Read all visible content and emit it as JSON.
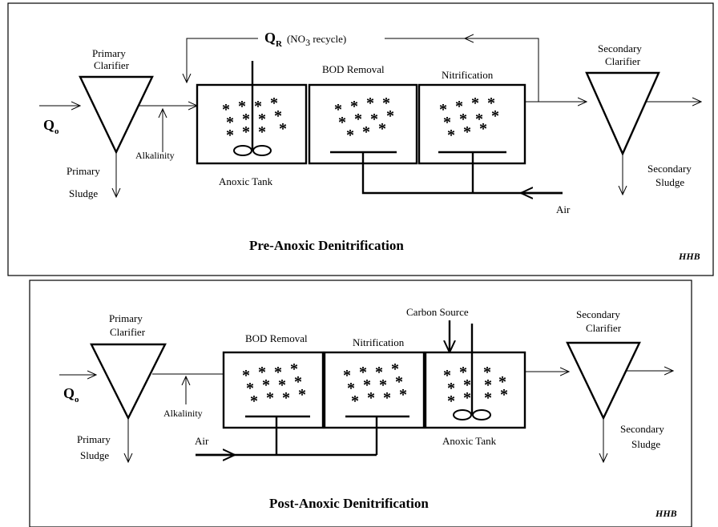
{
  "pre_diagram": {
    "title": "Pre-Anoxic Denitrification",
    "recycle_main": "Q",
    "recycle_sub": "R",
    "recycle_note_open": "(NO",
    "recycle_note_sub": "3",
    "recycle_note_close": " recycle)",
    "influent_main": "Q",
    "influent_sub": "o",
    "primary_clarifier": [
      "Primary",
      "Clarifier"
    ],
    "primary_sludge": [
      "Primary",
      "Sludge"
    ],
    "alkalinity": "Alkalinity",
    "anoxic_tank": "Anoxic Tank",
    "bod_removal": "BOD Removal",
    "nitrification": "Nitrification",
    "secondary_clarifier": [
      "Secondary",
      "Clarifier"
    ],
    "secondary_sludge": [
      "Secondary",
      "Sludge"
    ],
    "air": "Air",
    "signature": "HHB"
  },
  "post_diagram": {
    "title": "Post-Anoxic Denitrification",
    "influent_main": "Q",
    "influent_sub": "o",
    "primary_clarifier": [
      "Primary",
      "Clarifier"
    ],
    "primary_sludge": [
      "Primary",
      "Sludge"
    ],
    "alkalinity": "Alkalinity",
    "bod_removal": "BOD Removal",
    "nitrification": "Nitrification",
    "carbon_source": "Carbon Source",
    "anoxic_tank": "Anoxic Tank",
    "secondary_clarifier": [
      "Secondary",
      "Clarifier"
    ],
    "secondary_sludge": [
      "Secondary",
      "Sludge"
    ],
    "air": "Air",
    "signature": "HHB"
  },
  "icons": {
    "mixer": "mixer-icon",
    "clarifier": "clarifier-triangle-icon",
    "diffuser": "air-diffuser-icon",
    "biomass": "asterisk"
  },
  "colors": {
    "line": "#000000",
    "background": "#ffffff"
  }
}
